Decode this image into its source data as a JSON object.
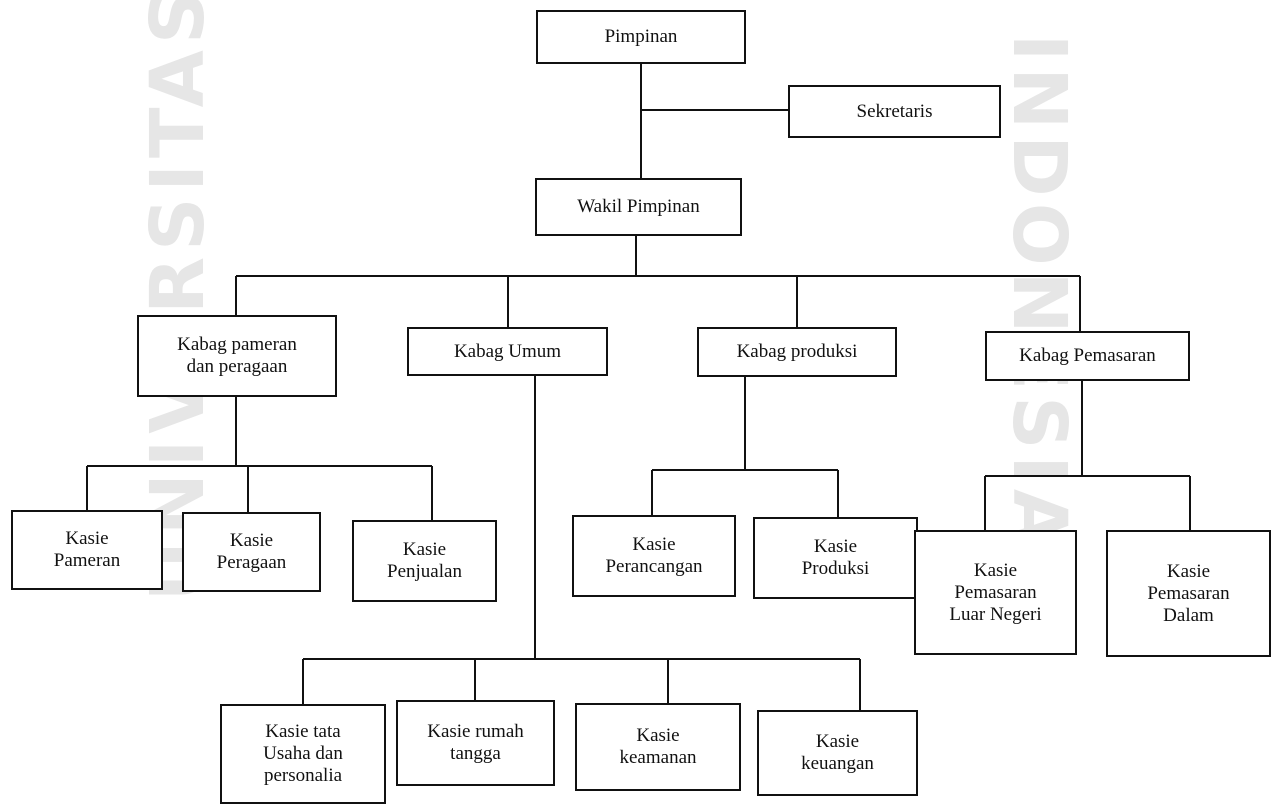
{
  "diagram": {
    "colors": {
      "stroke": "#111111",
      "background": "#ffffff",
      "watermark": "#e6e6e6"
    },
    "nodes": {
      "pimpinan": "Pimpinan",
      "sekretaris": "Sekretaris",
      "wakil_pimpinan": "Wakil Pimpinan",
      "kabag_pameran": "Kabag pameran\ndan peragaan",
      "kabag_umum": "Kabag Umum",
      "kabag_produksi": "Kabag produksi",
      "kabag_pemasaran": "Kabag Pemasaran",
      "kasie_pameran": "Kasie\nPameran",
      "kasie_peragaan": "Kasie\nPeragaan",
      "kasie_penjualan": "Kasie\nPenjualan",
      "kasie_perancangan": "Kasie\nPerancangan",
      "kasie_produksi": "Kasie\nProduksi",
      "kasie_pemasaran_luar": "Kasie\nPemasaran\nLuar Negeri",
      "kasie_pemasaran_dalam": "Kasie\nPemasaran\nDalam",
      "kasie_tata_usaha": "Kasie tata\nUsaha dan\npersonalia",
      "kasie_rumah_tangga": "Kasie rumah\ntangga",
      "kasie_keamanan": "Kasie\nkeamanan",
      "kasie_keuangan": "Kasie\nkeuangan"
    }
  }
}
